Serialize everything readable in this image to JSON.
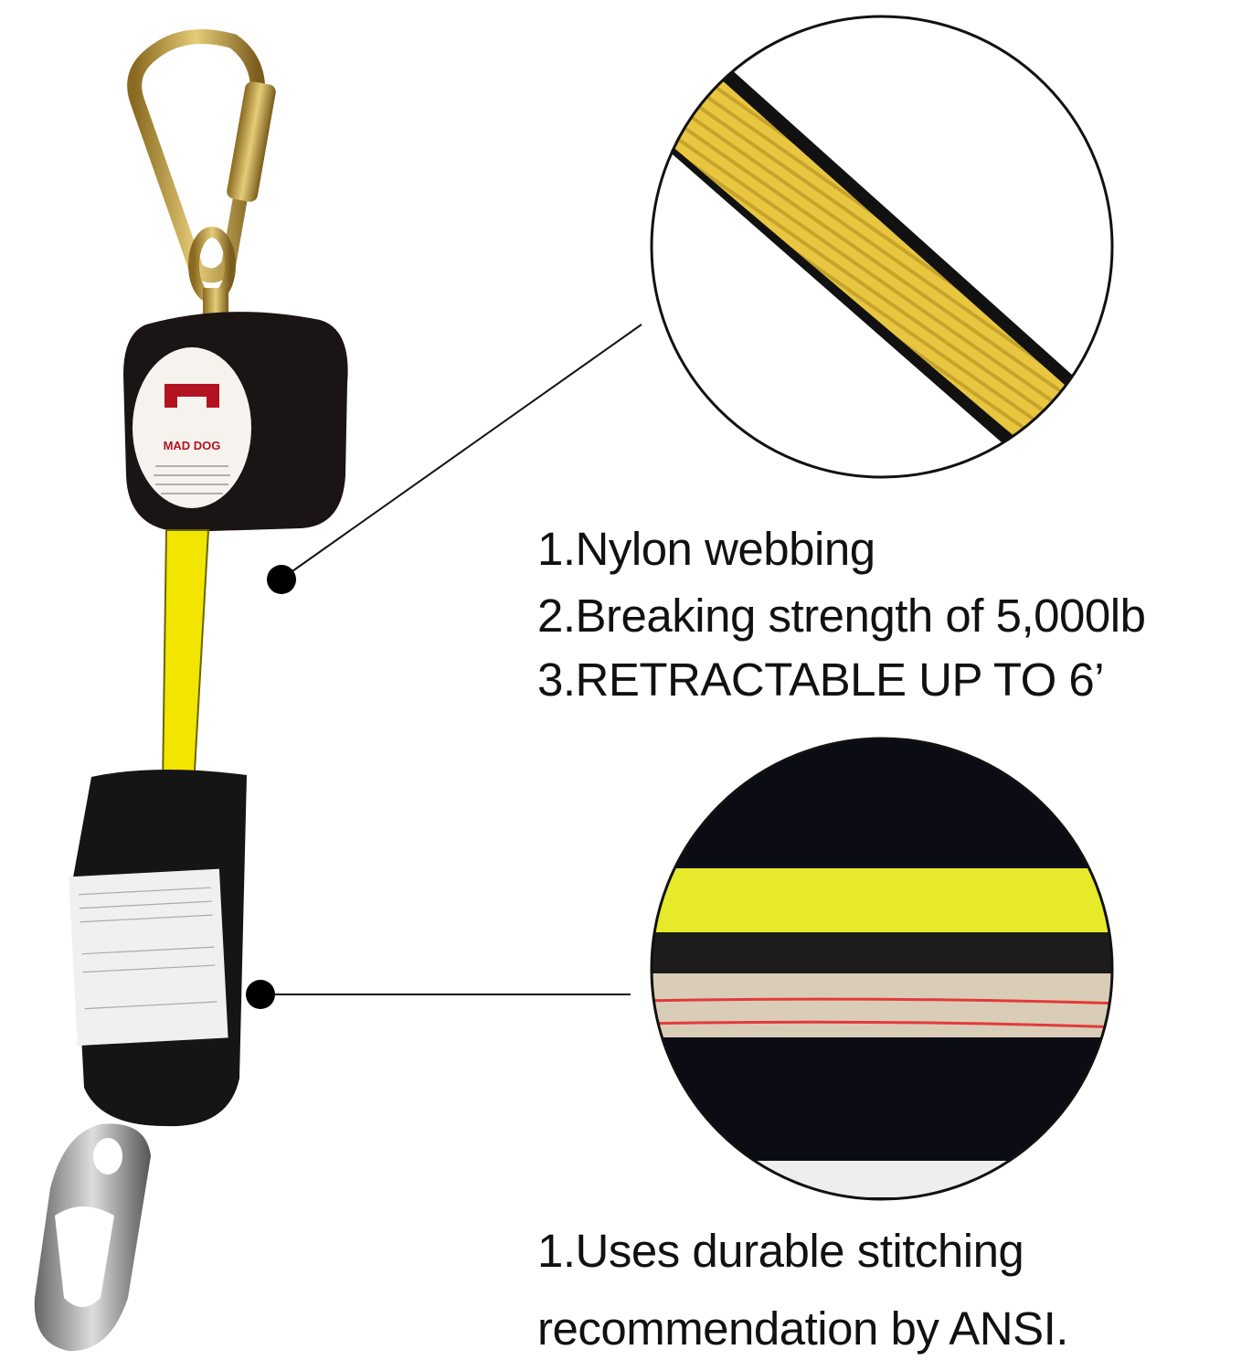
{
  "features_top": [
    "1.Nylon webbing",
    "2.Breaking strength of 5,000lb",
    "3.RETRACTABLE UP TO 6’"
  ],
  "features_bottom": [
    "1.Uses durable stitching",
    "recommendation by ANSI."
  ],
  "device_label_brand": "MAD DOG",
  "colors": {
    "webbing_yellow": "#f2e600",
    "housing_black": "#1a1414",
    "brand_red": "#b3121f",
    "hardware_gold": "#c9a44a"
  }
}
